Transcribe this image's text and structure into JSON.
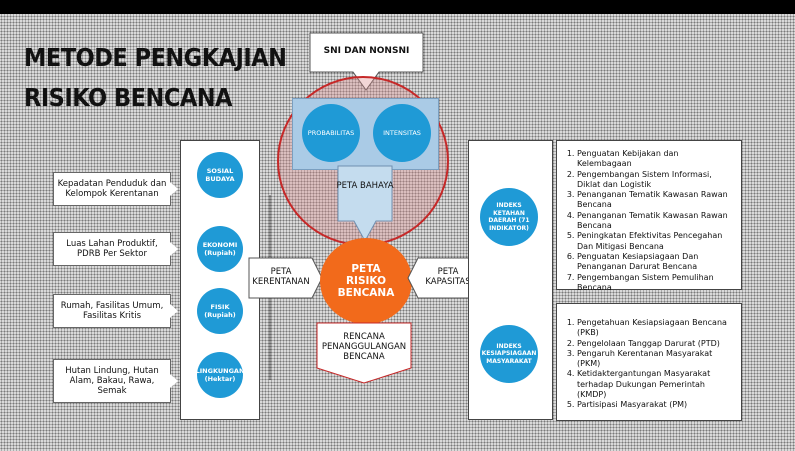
{
  "title": {
    "line1": "METODE PENGKAJIAN",
    "line2": "RISIKO BENCANA"
  },
  "hazard": {
    "sni": "SNI DAN NONSNI",
    "probabilitas": "PROBABILITAS",
    "intensitas": "INTENSITAS",
    "peta_bahaya": "PETA BAHAYA"
  },
  "center": {
    "peta_risiko": "PETA RISIKO BENCANA",
    "peta_kerentanan": "PETA KERENTANAN",
    "peta_kapasitas": "PETA KAPASITAS",
    "rencana": "RENCANA PENANGGULANGAN BENCANA"
  },
  "vulnerability": [
    {
      "circle": "SOSIAL BUDAYA",
      "text": "Kepadatan Penduduk dan Kelompok Kerentanan"
    },
    {
      "circle": "EKONOMI (Rupiah)",
      "text": "Luas Lahan Produktif, PDRB Per Sektor"
    },
    {
      "circle": "FISIK (Rupiah)",
      "text": "Rumah, Fasilitas Umum, Fasilitas Kritis"
    },
    {
      "circle": "LINGKUNGAN (Hektar)",
      "text": "Hutan Lindung, Hutan Alam, Bakau, Rawa, Semak"
    }
  ],
  "capacity": {
    "indeks_ketahanan": "INDEKS KETAHAN DAERAH (71 INDIKATOR)",
    "indeks_kesiapsiagaan": "INDEKS KESIAPSIAGAAN MASYARAKAT",
    "ketahanan_items": [
      "Penguatan Kebijakan dan Kelembagaan",
      "Pengembangan Sistem Informasi, Diklat dan Logistik",
      "Penanganan Tematik Kawasan Rawan Bencana",
      "Penanganan Tematik Kawasan Rawan Bencana",
      "Peningkatan Efektivitas Pencegahan Dan Mitigasi Bencana",
      "Penguatan Kesiapsiagaan Dan Penanganan Darurat Bencana",
      "Pengembangan Sistem Pemulihan Bencana"
    ],
    "kesiapsiagaan_items": [
      "Pengetahuan Kesiapsiagaan Bencana (PKB)",
      "Pengelolaan Tanggap Darurat (PTD)",
      "Pengaruh Kerentanan Masyarakat (PKM)",
      "Ketidaktergantungan Masyarakat terhadap Dukungan Pemerintah (KMDP)",
      "Partisipasi Masyarakat (PM)"
    ]
  },
  "colors": {
    "accent_blue": "#1f9ad6",
    "risk_orange": "#f26a1b",
    "hazard_ring": "#c62828"
  }
}
